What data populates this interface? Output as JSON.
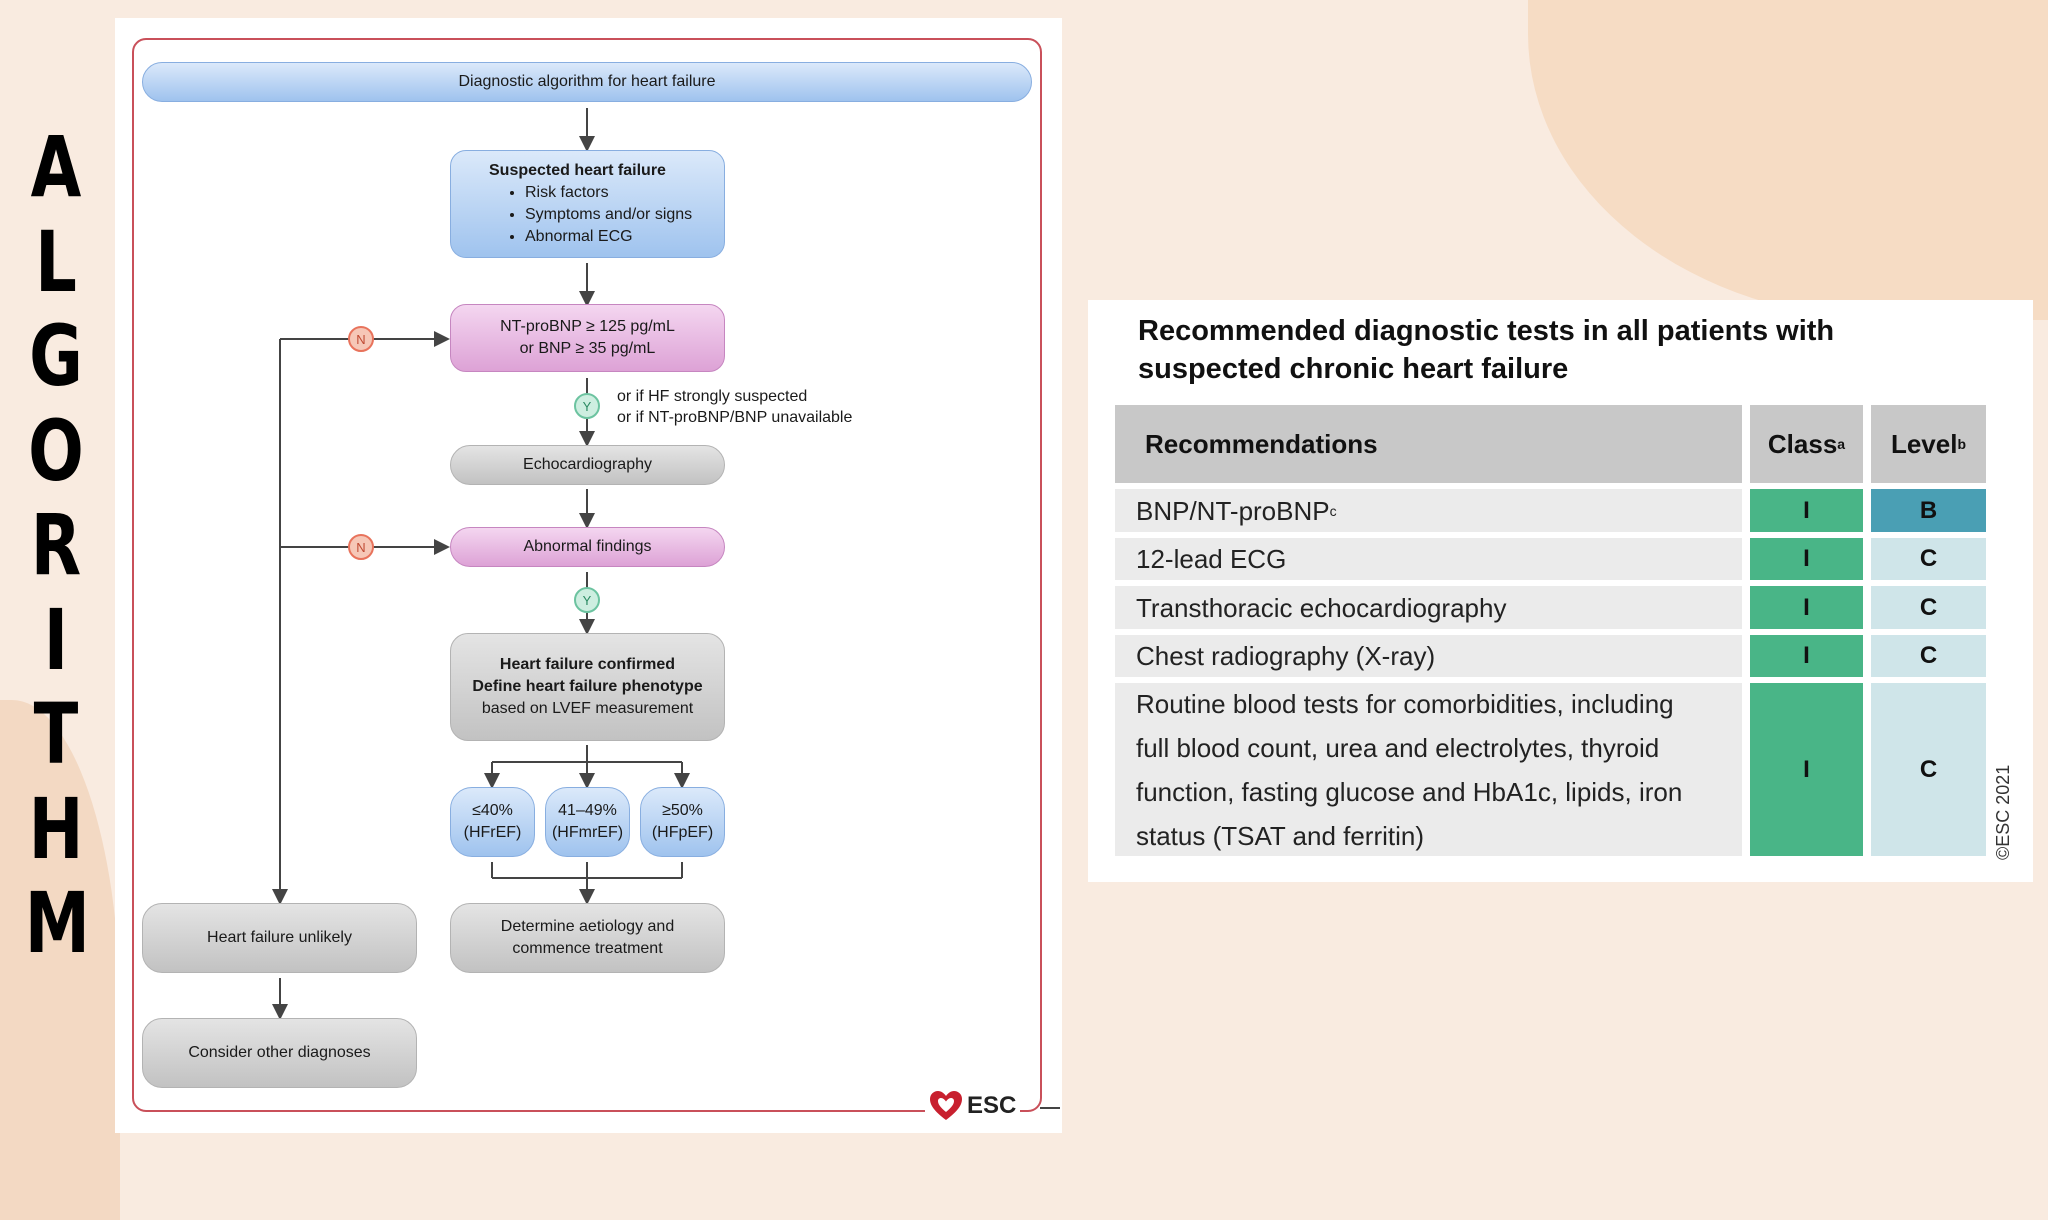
{
  "side_word": [
    "A",
    "L",
    "G",
    "O",
    "R",
    "I",
    "T",
    "H",
    "M"
  ],
  "diagram": {
    "title": "Diagnostic algorithm for heart failure",
    "suspected": {
      "heading": "Suspected heart failure",
      "items": [
        "Risk factors",
        "Symptoms and/or signs",
        "Abnormal ECG"
      ]
    },
    "natriuretic": {
      "line1": "NT-proBNP ≥ 125 pg/mL",
      "line2": "or BNP ≥ 35 pg/mL"
    },
    "note": {
      "line1": "or if HF strongly suspected",
      "line2": "or if NT-proBNP/BNP unavailable"
    },
    "echo": "Echocardiography",
    "abnormal": "Abnormal findings",
    "confirmed": {
      "line1": "Heart failure confirmed",
      "line2": "Define heart failure phenotype",
      "line3": "based on LVEF measurement"
    },
    "ef": [
      {
        "range": "≤40%",
        "type": "(HFrEF)"
      },
      {
        "range": "41–49%",
        "type": "(HFmrEF)"
      },
      {
        "range": "≥50%",
        "type": "(HFpEF)"
      }
    ],
    "treatment": {
      "line1": "Determine aetiology and",
      "line2": "commence treatment"
    },
    "unlikely": "Heart failure unlikely",
    "other": "Consider other diagnoses",
    "badge_no": "N",
    "badge_yes": "Y",
    "logo_text": "ESC"
  },
  "table": {
    "title_line1": "Recommended diagnostic tests in all patients with",
    "title_line2": "suspected chronic heart failure",
    "headers": {
      "rec": "Recommendations",
      "class": "Class",
      "class_sup": "a",
      "level": "Level",
      "level_sup": "b"
    },
    "rows": [
      {
        "text": "BNP/NT-proBNP",
        "sup": "c",
        "class": "I",
        "level": "B"
      },
      {
        "text": "12-lead ECG",
        "class": "I",
        "level": "C"
      },
      {
        "text": "Transthoracic echocardiography",
        "class": "I",
        "level": "C"
      },
      {
        "text": "Chest radiography (X-ray)",
        "class": "I",
        "level": "C"
      },
      {
        "lines": [
          "Routine blood tests for comorbidities, including",
          "full blood count, urea and electrolytes, thyroid",
          "function, fasting glucose and HbA1c, lipids, iron",
          "status (TSAT and ferritin)"
        ],
        "class": "I",
        "level": "C"
      }
    ],
    "copyright": "©ESC 2021"
  },
  "colors": {
    "frame": "#c9505a",
    "class_green": "#49b587",
    "level_b": "#4a9fb4",
    "level_c": "#cfe5e9",
    "badge_no": "#e8735c",
    "badge_yes": "#6cc3a0"
  }
}
